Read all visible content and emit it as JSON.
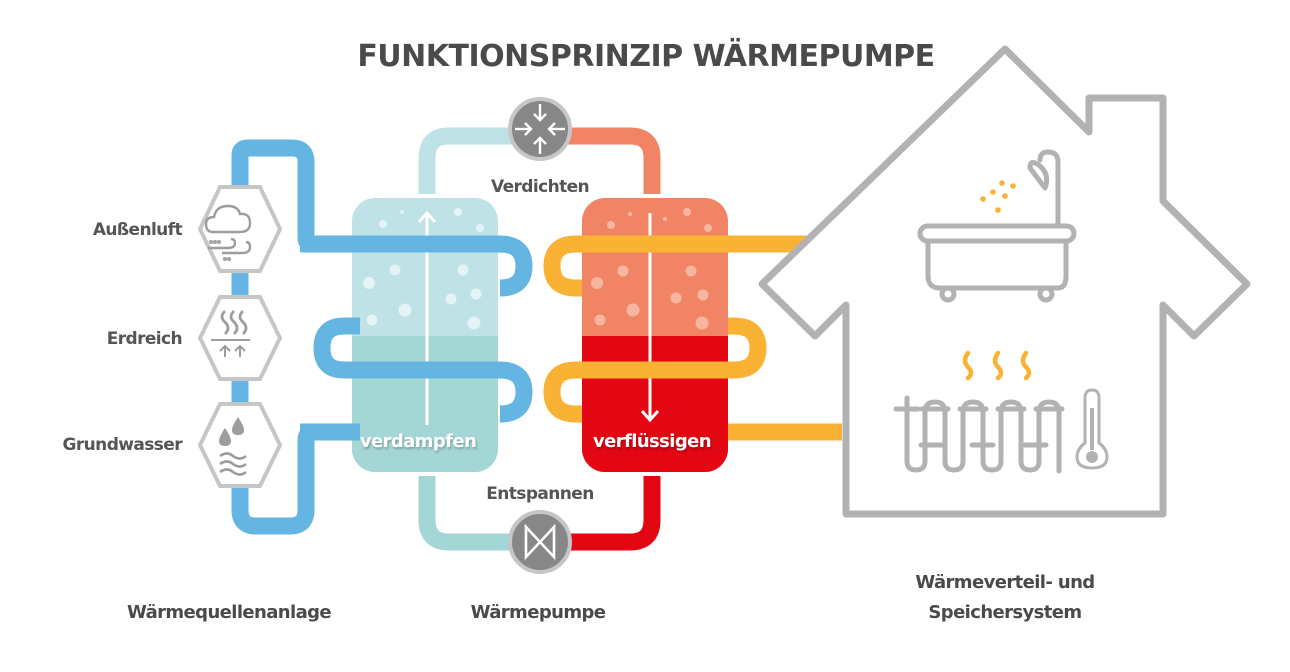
{
  "title": "FUNKTIONSPRINZIP WÄRMEPUMPE",
  "heat_sources": {
    "items": [
      {
        "label": "Außenluft",
        "icon": "cloud-wind-icon"
      },
      {
        "label": "Erdreich",
        "icon": "ground-heat-icon"
      },
      {
        "label": "Grundwasser",
        "icon": "water-drops-icon"
      }
    ]
  },
  "heat_pump": {
    "evaporator_label": "verdampfen",
    "condenser_label": "verflüssigen",
    "compressor_label": "Verdichten",
    "expansion_label": "Entspannen",
    "compressor_icon": "compress-arrows-icon",
    "expansion_icon": "expansion-valve-icon"
  },
  "house": {
    "icons": [
      "bathtub-shower-icon",
      "floor-heating-icon",
      "thermometer-icon",
      "heat-waves-icon"
    ]
  },
  "captions": {
    "source": "Wärmequellenanlage",
    "pump": "Wärmepumpe",
    "distribution_line1": "Wärmeverteil- und",
    "distribution_line2": "Speichersystem"
  },
  "colors": {
    "source_pipe": "#64b5e2",
    "evaporator_top": "#bfe2e7",
    "evaporator_bottom": "#a5d6d6",
    "condenser_top": "#f18465",
    "condenser_bottom": "#e30613",
    "heating_pipe": "#f9b233",
    "gray_outline": "#b2b2b2",
    "valve_fill": "#878787",
    "text_dark": "#4a4a4a"
  }
}
